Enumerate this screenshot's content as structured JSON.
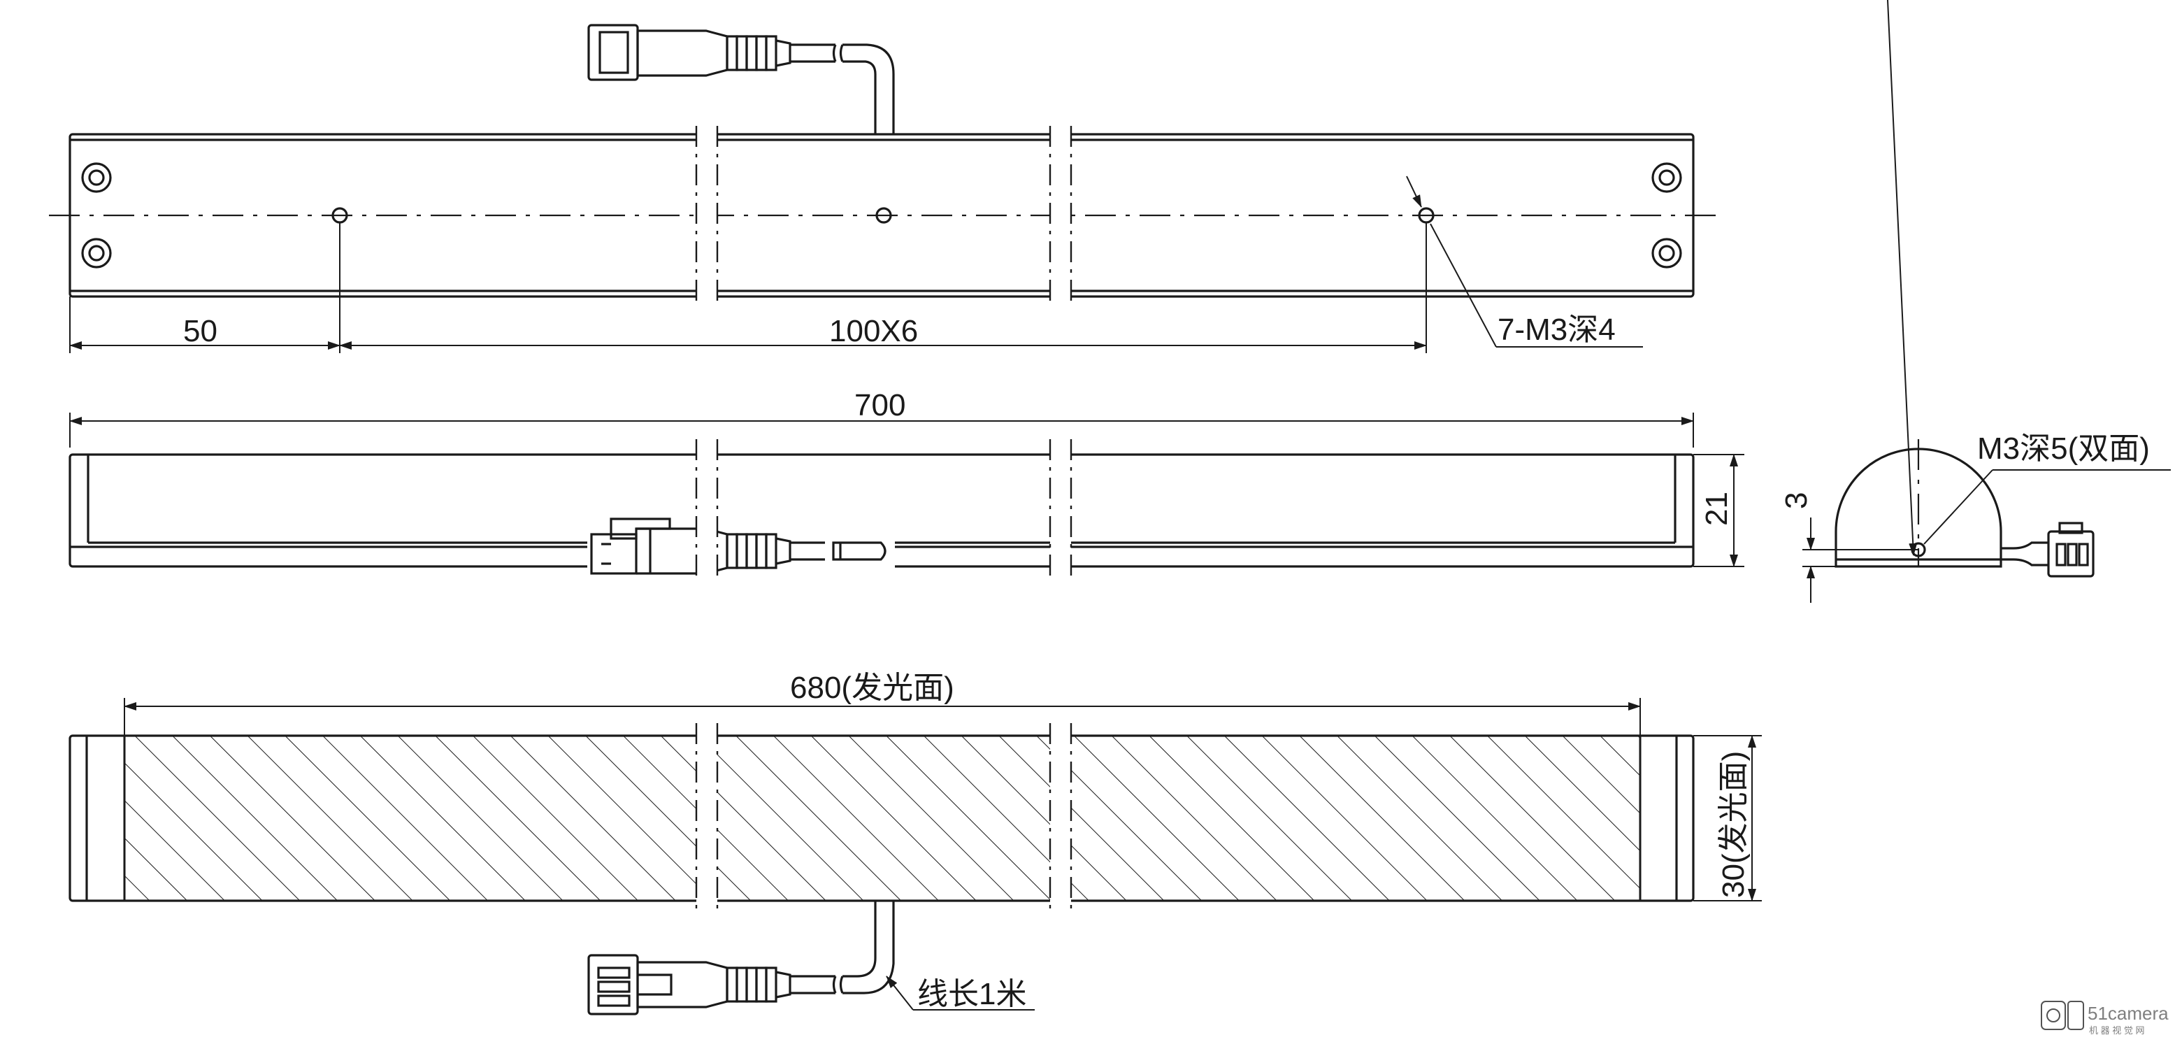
{
  "annotations": {
    "dim_50": "50",
    "dim_pitch": "100X6",
    "dim_700": "700",
    "dim_680": "680(发光面)",
    "dim_21": "21",
    "dim_3": "3",
    "dim_30": "30(发光面)",
    "holes_note": "7-M3深4",
    "side_hole_note": "M3深5(双面)",
    "cable_note": "线长1米"
  },
  "watermark": {
    "brand": "51camera",
    "sub": "机 器 视 觉 网"
  }
}
